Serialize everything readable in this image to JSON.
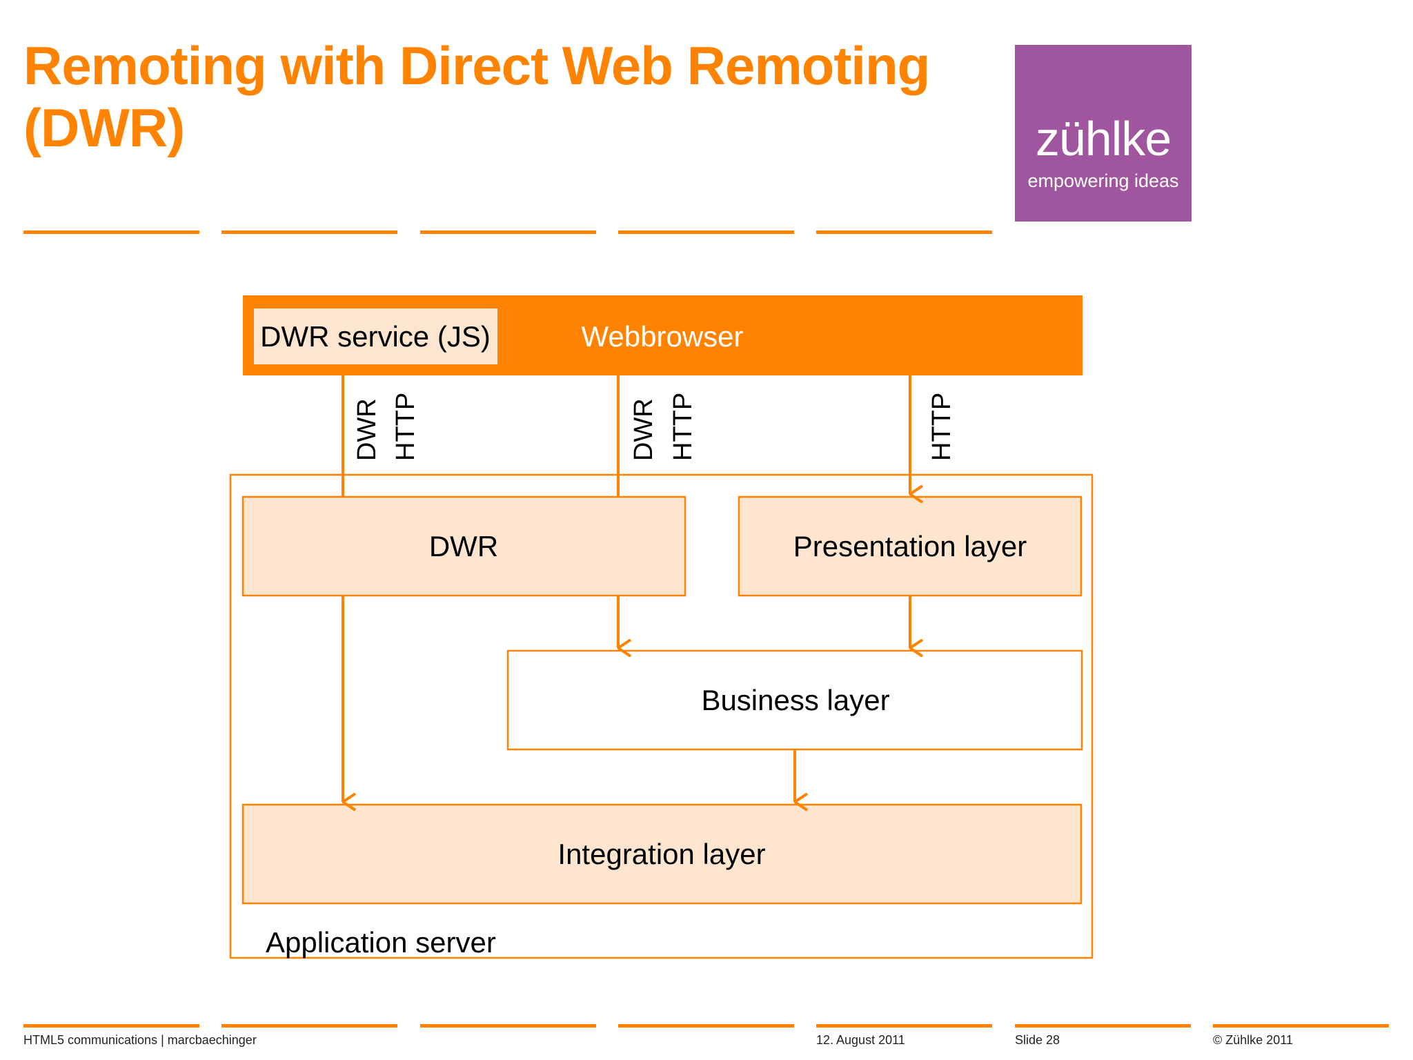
{
  "slide": {
    "title_line1": "Remoting with Direct Web Remoting",
    "title_line2": "(DWR)"
  },
  "logo": {
    "name": "zühlke",
    "tagline": "empowering ideas"
  },
  "diagram": {
    "webbrowser_label": "Webbrowser",
    "dwr_service_label": "DWR service (JS)",
    "connections": [
      {
        "protocols": [
          "DWR",
          "HTTP"
        ]
      },
      {
        "protocols": [
          "DWR",
          "HTTP"
        ]
      },
      {
        "protocols": [
          "HTTP"
        ]
      }
    ],
    "dwr_label": "DWR",
    "presentation_label": "Presentation layer",
    "business_label": "Business layer",
    "integration_label": "Integration layer",
    "app_server_label": "Application server"
  },
  "footer": {
    "left": "HTML5 communications | marcbaechinger",
    "date": "12. August 2011",
    "slide": "Slide 28",
    "copyright": "© Zühlke 2011"
  },
  "colors": {
    "accent": "#ff8300",
    "logo_bg": "#a0569e",
    "box_fill": "#fde5cf",
    "service_fill": "#fde6d0",
    "text": "#000000"
  }
}
